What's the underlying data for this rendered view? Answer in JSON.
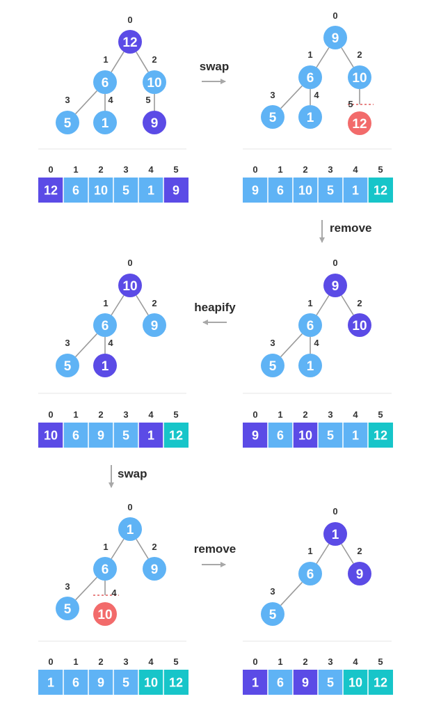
{
  "colors": {
    "light": "#5fb3f5",
    "dark": "#5b4be6",
    "removed": "#f26b6b",
    "sorted": "#17c5c9",
    "edge": "#9a9a9a",
    "divider": "#e4e4e4",
    "arrow": "#a8a8a8"
  },
  "panels": [
    {
      "id": "p1",
      "nodes": [
        {
          "i": 0,
          "v": "12",
          "c": "dark"
        },
        {
          "i": 1,
          "v": "6",
          "c": "light"
        },
        {
          "i": 2,
          "v": "10",
          "c": "light"
        },
        {
          "i": 3,
          "v": "5",
          "c": "light"
        },
        {
          "i": 4,
          "v": "1",
          "c": "light"
        },
        {
          "i": 5,
          "v": "9",
          "c": "dark"
        }
      ],
      "array": [
        {
          "i": "0",
          "v": "12",
          "c": "dark"
        },
        {
          "i": "1",
          "v": "6",
          "c": "light"
        },
        {
          "i": "2",
          "v": "10",
          "c": "light"
        },
        {
          "i": "3",
          "v": "5",
          "c": "light"
        },
        {
          "i": "4",
          "v": "1",
          "c": "light"
        },
        {
          "i": "5",
          "v": "9",
          "c": "dark"
        }
      ]
    },
    {
      "id": "p2",
      "nodes": [
        {
          "i": 0,
          "v": "9",
          "c": "light"
        },
        {
          "i": 1,
          "v": "6",
          "c": "light"
        },
        {
          "i": 2,
          "v": "10",
          "c": "light"
        },
        {
          "i": 3,
          "v": "5",
          "c": "light"
        },
        {
          "i": 4,
          "v": "1",
          "c": "light"
        },
        {
          "i": 5,
          "v": "12",
          "c": "removed"
        }
      ],
      "array": [
        {
          "i": "0",
          "v": "9",
          "c": "light"
        },
        {
          "i": "1",
          "v": "6",
          "c": "light"
        },
        {
          "i": "2",
          "v": "10",
          "c": "light"
        },
        {
          "i": "3",
          "v": "5",
          "c": "light"
        },
        {
          "i": "4",
          "v": "1",
          "c": "light"
        },
        {
          "i": "5",
          "v": "12",
          "c": "sorted"
        }
      ]
    },
    {
      "id": "p3",
      "nodes": [
        {
          "i": 0,
          "v": "10",
          "c": "dark"
        },
        {
          "i": 1,
          "v": "6",
          "c": "light"
        },
        {
          "i": 2,
          "v": "9",
          "c": "light"
        },
        {
          "i": 3,
          "v": "5",
          "c": "light"
        },
        {
          "i": 4,
          "v": "1",
          "c": "dark"
        }
      ],
      "array": [
        {
          "i": "0",
          "v": "10",
          "c": "dark"
        },
        {
          "i": "1",
          "v": "6",
          "c": "light"
        },
        {
          "i": "2",
          "v": "9",
          "c": "light"
        },
        {
          "i": "3",
          "v": "5",
          "c": "light"
        },
        {
          "i": "4",
          "v": "1",
          "c": "dark"
        },
        {
          "i": "5",
          "v": "12",
          "c": "sorted"
        }
      ]
    },
    {
      "id": "p4",
      "nodes": [
        {
          "i": 0,
          "v": "9",
          "c": "dark"
        },
        {
          "i": 1,
          "v": "6",
          "c": "light"
        },
        {
          "i": 2,
          "v": "10",
          "c": "dark"
        },
        {
          "i": 3,
          "v": "5",
          "c": "light"
        },
        {
          "i": 4,
          "v": "1",
          "c": "light"
        }
      ],
      "array": [
        {
          "i": "0",
          "v": "9",
          "c": "dark"
        },
        {
          "i": "1",
          "v": "6",
          "c": "light"
        },
        {
          "i": "2",
          "v": "10",
          "c": "dark"
        },
        {
          "i": "3",
          "v": "5",
          "c": "light"
        },
        {
          "i": "4",
          "v": "1",
          "c": "light"
        },
        {
          "i": "5",
          "v": "12",
          "c": "sorted"
        }
      ]
    },
    {
      "id": "p5",
      "nodes": [
        {
          "i": 0,
          "v": "1",
          "c": "light"
        },
        {
          "i": 1,
          "v": "6",
          "c": "light"
        },
        {
          "i": 2,
          "v": "9",
          "c": "light"
        },
        {
          "i": 3,
          "v": "5",
          "c": "light"
        },
        {
          "i": 4,
          "v": "10",
          "c": "removed"
        }
      ],
      "array": [
        {
          "i": "0",
          "v": "1",
          "c": "light"
        },
        {
          "i": "1",
          "v": "6",
          "c": "light"
        },
        {
          "i": "2",
          "v": "9",
          "c": "light"
        },
        {
          "i": "3",
          "v": "5",
          "c": "light"
        },
        {
          "i": "4",
          "v": "10",
          "c": "sorted"
        },
        {
          "i": "5",
          "v": "12",
          "c": "sorted"
        }
      ]
    },
    {
      "id": "p6",
      "nodes": [
        {
          "i": 0,
          "v": "1",
          "c": "dark"
        },
        {
          "i": 1,
          "v": "6",
          "c": "light"
        },
        {
          "i": 2,
          "v": "9",
          "c": "dark"
        },
        {
          "i": 3,
          "v": "5",
          "c": "light"
        }
      ],
      "array": [
        {
          "i": "0",
          "v": "1",
          "c": "dark"
        },
        {
          "i": "1",
          "v": "6",
          "c": "light"
        },
        {
          "i": "2",
          "v": "9",
          "c": "dark"
        },
        {
          "i": "3",
          "v": "5",
          "c": "light"
        },
        {
          "i": "4",
          "v": "10",
          "c": "sorted"
        },
        {
          "i": "5",
          "v": "12",
          "c": "sorted"
        }
      ]
    }
  ],
  "steps": [
    {
      "id": "s1",
      "label": "swap"
    },
    {
      "id": "s2",
      "label": "remove"
    },
    {
      "id": "s3",
      "label": "heapify"
    },
    {
      "id": "s4",
      "label": "swap"
    },
    {
      "id": "s5",
      "label": "remove"
    }
  ]
}
